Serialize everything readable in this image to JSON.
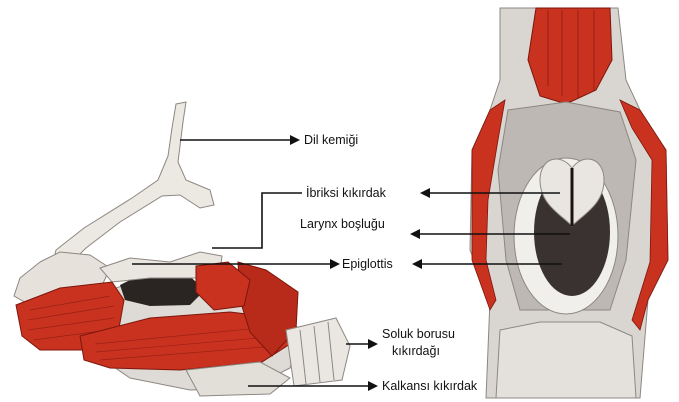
{
  "labels": {
    "hyoid": "Dil kemiği",
    "arytenoid": "İbriksi kıkırdak",
    "larynx_cavity": "Larynx boşluğu",
    "epiglottis": "Epiglottis",
    "trachea_line1": "Soluk borusu",
    "trachea_line2": "kıkırdağı",
    "thyroid": "Kalkansı kıkırdak"
  },
  "colors": {
    "muscle": "#c8321f",
    "muscle_dark": "#9a1e12",
    "bone": "#ece8e2",
    "cartilage": "#d9d6d2",
    "shadow": "#2a2422",
    "line": "#111111"
  }
}
